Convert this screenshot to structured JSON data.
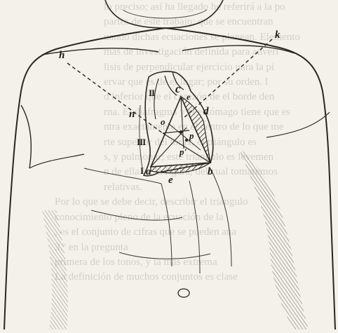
{
  "background_text": [
    "lo preciso; así ha llegado he referirá a la po",
    "partes de este trabajo; que se encuentran",
    "uando dichas ecuaciones se planean. Elemento",
    "mas de investigación definida para adveri",
    "lisis de perpendicular ejercicio para la pi",
    "ervar que es de el lugar; por su orden. l",
    "d inferior que el corazón de el borde den",
    "rna. El diafragma y el estómago tiene que es",
    "ntra exactamente en el centro de lo que me",
    "rte superior del tórax, el triángulo es",
    "s, y pulmonar; este triángulo es levemen",
    "n de ella en la figura, del cual tomaremos",
    "  relativas.",
    "  Por lo que se debe decir, describir el triángulo",
    "  conocimiento pleno de la ecuación de la",
    "  , es el conjunto de cifras que se pueden ana",
    "  3.º en la pregunta",
    "  primera de los tonos, y la más extrema",
    "  La definición de muchos conjuntos es clase"
  ],
  "labels": {
    "h": "h",
    "k": "k",
    "n": "n",
    "c": "c",
    "e_upper": "e",
    "d": "d",
    "o": "o",
    "p": "p",
    "p_prime": "p'",
    "a": "a",
    "b": "b",
    "e_lower": "e",
    "roman_II": "II",
    "roman_III": "III",
    "roman_I": "I"
  }
}
